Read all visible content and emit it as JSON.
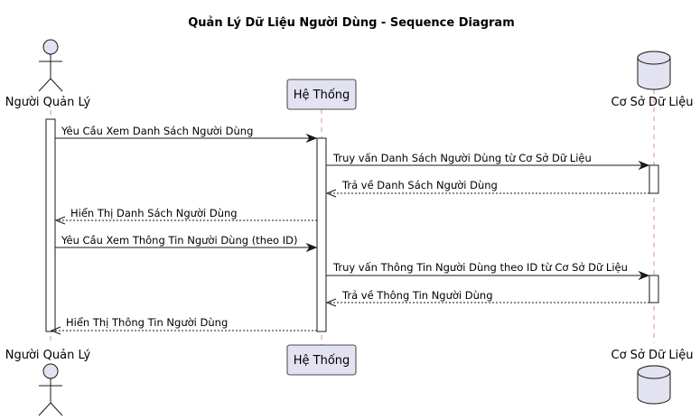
{
  "title": "Quản Lý Dữ Liệu Người Dùng - Sequence Diagram",
  "participants": {
    "actor": {
      "name": "Người Quản Lý",
      "kind": "actor"
    },
    "system": {
      "name": "Hệ Thống",
      "kind": "participant"
    },
    "database": {
      "name": "Cơ Sở Dữ Liệu",
      "kind": "database"
    }
  },
  "messages": [
    {
      "from": "actor",
      "to": "system",
      "label": "Yêu Cầu Xem Danh Sách Người Dùng",
      "style": "solid"
    },
    {
      "from": "system",
      "to": "database",
      "label": "Truy vấn Danh Sách Người Dùng từ Cơ Sở Dữ Liệu",
      "style": "solid"
    },
    {
      "from": "database",
      "to": "system",
      "label": "Trả về Danh Sách Người Dùng",
      "style": "dashed"
    },
    {
      "from": "system",
      "to": "actor",
      "label": "Hiển Thị Danh Sách Người Dùng",
      "style": "dashed"
    },
    {
      "from": "actor",
      "to": "system",
      "label": "Yêu Cầu Xem Thông Tin Người Dùng (theo ID)",
      "style": "solid"
    },
    {
      "from": "system",
      "to": "database",
      "label": "Truy vấn Thông Tin Người Dùng theo ID từ Cơ Sở Dữ Liệu",
      "style": "solid"
    },
    {
      "from": "database",
      "to": "system",
      "label": "Trả về Thông Tin Người Dùng",
      "style": "dashed"
    },
    {
      "from": "system",
      "to": "actor",
      "label": "Hiển Thị Thông Tin Người Dùng",
      "style": "dashed"
    }
  ],
  "colors": {
    "participant_fill": "#e2e2f0",
    "line": "#181818",
    "lifeline": "#a80036"
  }
}
